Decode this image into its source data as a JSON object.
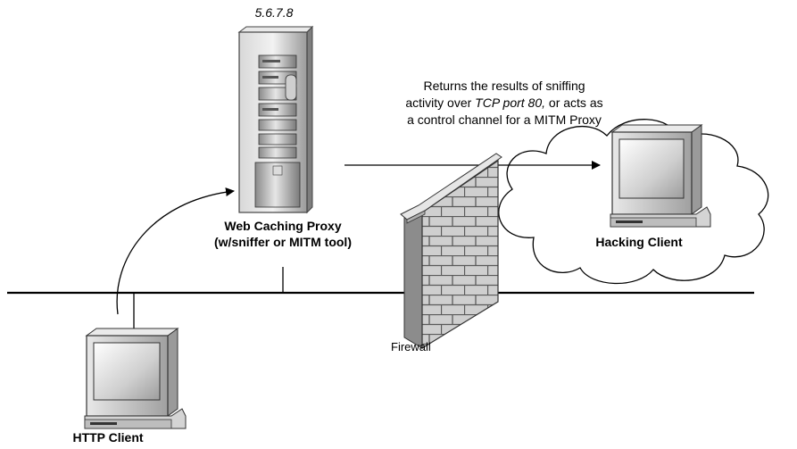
{
  "proxy": {
    "ip": "5.6.7.8",
    "label_line1": "Web Caching Proxy",
    "label_line2": "(w/sniffer or MITM tool)"
  },
  "hacking_client": {
    "label": "Hacking Client"
  },
  "http_client": {
    "label": "HTTP Client"
  },
  "firewall": {
    "label": "Firewall"
  },
  "note": {
    "line1": "Returns the results of sniffing",
    "line2_pre": "activity over ",
    "line2_em": "TCP port 80,",
    "line2_post": " or acts as",
    "line3": "a control channel for a MITM Proxy"
  }
}
